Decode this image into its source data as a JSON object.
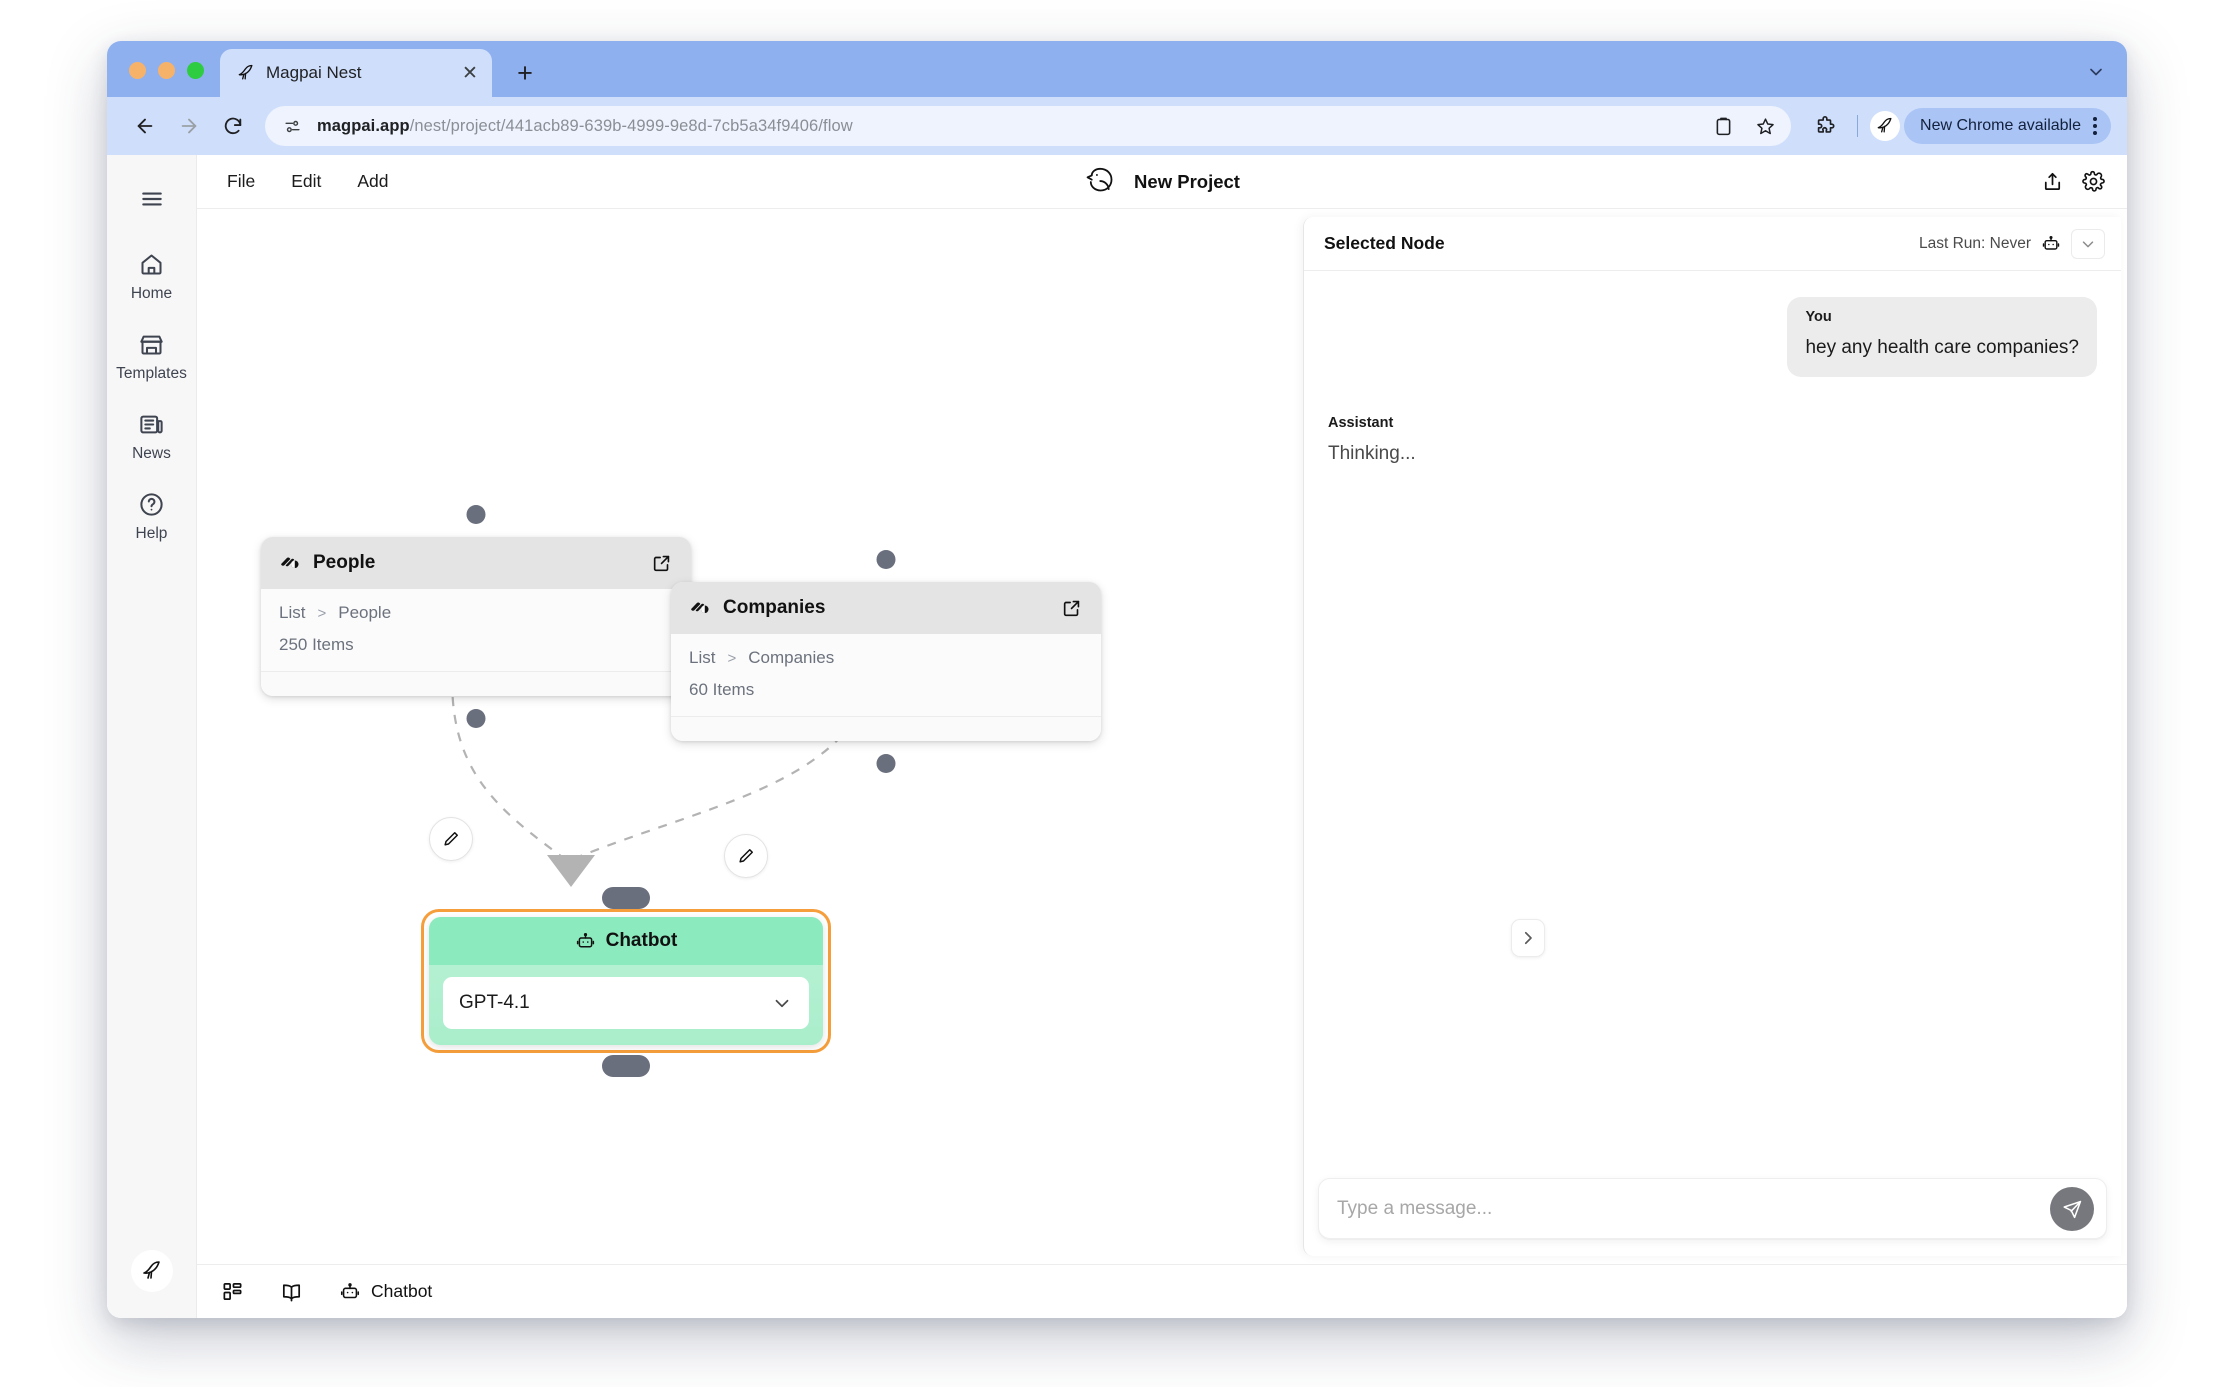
{
  "browser": {
    "tab": {
      "title": "Magpai Nest",
      "favicon_icon": "bird-icon",
      "close_icon": "close-icon"
    },
    "new_tab_icon": "plus-icon",
    "tab_list_caret_icon": "chevron-down-icon",
    "nav": {
      "back_icon": "arrow-left-icon",
      "forward_icon": "arrow-right-icon",
      "reload_icon": "reload-icon"
    },
    "omnibox": {
      "site_info_icon": "site-settings-icon",
      "url_domain": "magpai.app",
      "url_path": "/nest/project/441acb89-639b-4999-9e8d-7cb5a34f9406/flow",
      "url_full": "magpai.app/nest/project/441acb89-639b-4999-9e8d-7cb5a34f9406/flow",
      "save_tab_icon": "clipboard-icon",
      "bookmark_icon": "star-icon"
    },
    "extensions_icon": "puzzle-icon",
    "profile_icon": "bird-avatar-icon",
    "update_pill": {
      "label": "New Chrome available",
      "menu_icon": "kebab-menu-icon"
    },
    "colors": {
      "tabstrip": "#8fb0ef",
      "toolbar": "#cfdffb",
      "omnibox": "#eef3fd",
      "pill": "#a9c4f5"
    }
  },
  "sidebar": {
    "menu_icon": "hamburger-icon",
    "items": [
      {
        "label": "Home",
        "icon": "home-icon"
      },
      {
        "label": "Templates",
        "icon": "storefront-icon"
      },
      {
        "label": "News",
        "icon": "newspaper-icon"
      },
      {
        "label": "Help",
        "icon": "question-circle-icon"
      }
    ],
    "footer_icon": "magpai-bird-icon"
  },
  "header": {
    "menus": [
      {
        "label": "File"
      },
      {
        "label": "Edit"
      },
      {
        "label": "Add"
      }
    ],
    "logo_icon": "magpai-bird-logo",
    "title": "New Project",
    "share_icon": "share-upload-icon",
    "settings_icon": "gear-icon"
  },
  "canvas": {
    "nodes": [
      {
        "id": "people",
        "title": "People",
        "source_icon": "airtable-icon",
        "open_icon": "external-link-icon",
        "breadcrumb": {
          "root": "List",
          "separator": ">",
          "leaf": "People"
        },
        "count": "250 Items",
        "selected": false
      },
      {
        "id": "companies",
        "title": "Companies",
        "source_icon": "airtable-icon",
        "open_icon": "external-link-icon",
        "breadcrumb": {
          "root": "List",
          "separator": ">",
          "leaf": "Companies"
        },
        "count": "60 Items",
        "selected": false
      }
    ],
    "chatbot_node": {
      "title": "Chatbot",
      "icon": "robot-icon",
      "model": "GPT-4.1",
      "dropdown_icon": "chevron-down-icon",
      "selected": true,
      "selection_color": "#f59e3b",
      "header_color": "#8cebbe",
      "body_color": "#b4f0d2"
    },
    "edges": [
      {
        "from": "people",
        "to": "chatbot",
        "edit_icon": "pencil-icon",
        "style": "dashed"
      },
      {
        "from": "companies",
        "to": "chatbot",
        "edit_icon": "pencil-icon",
        "style": "dashed"
      }
    ]
  },
  "panel": {
    "title": "Selected Node",
    "last_run": "Last Run: Never",
    "node_icon": "robot-icon",
    "caret_icon": "chevron-down-icon",
    "collapse_icon": "chevron-right-icon",
    "messages": [
      {
        "role": "You",
        "text": "hey any health care companies?",
        "side": "right"
      },
      {
        "role": "Assistant",
        "text": "Thinking...",
        "side": "left"
      }
    ],
    "input": {
      "placeholder": "Type a message...",
      "value": ""
    },
    "send_icon": "send-paper-plane-icon"
  },
  "bottom_bar": {
    "items": [
      {
        "label": "",
        "icon": "layout-grid-icon"
      },
      {
        "label": "",
        "icon": "book-icon"
      },
      {
        "label": "Chatbot",
        "icon": "robot-icon"
      }
    ]
  }
}
